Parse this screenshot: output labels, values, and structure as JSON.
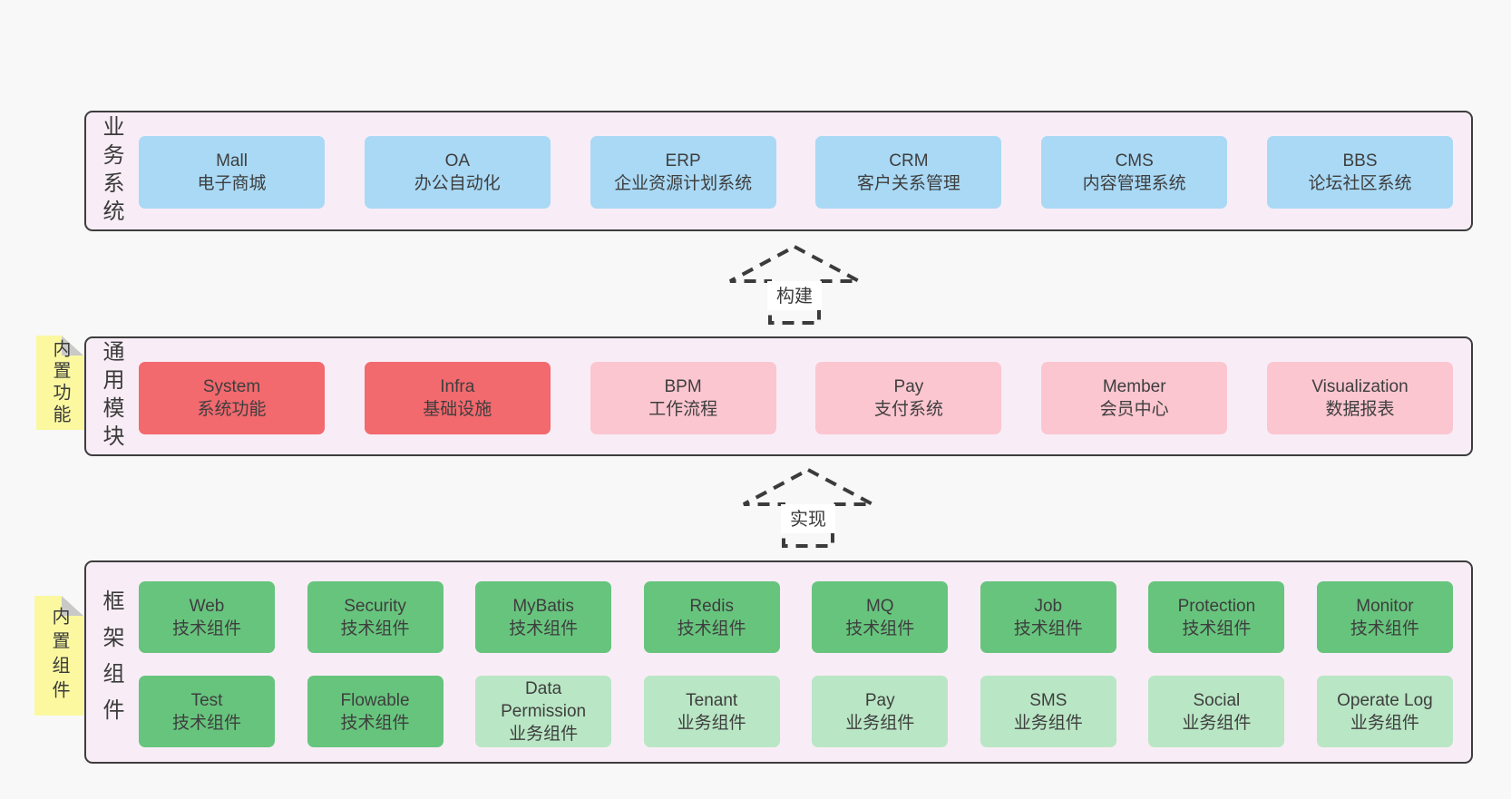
{
  "colors": {
    "page_background": "#f8f8f8",
    "band_background": "#f8edf6",
    "band_border": "#3d3d3d",
    "text": "#3e3e3e",
    "blue_box": "#a9d9f5",
    "red_box": "#f2696e",
    "pink_box": "#fbc6d0",
    "green_box": "#67c47d",
    "light_green_box": "#b9e6c4",
    "sticky_yellow": "#fbf8a0",
    "sticky_fold": "#c9c9c9"
  },
  "arrows": [
    {
      "label": "构建"
    },
    {
      "label": "实现"
    }
  ],
  "stickies": [
    {
      "label": "内置功能"
    },
    {
      "label": "内置组件"
    }
  ],
  "bands": [
    {
      "label": "业务系统",
      "boxes": [
        {
          "en": "Mall",
          "zh": "电子商城"
        },
        {
          "en": "OA",
          "zh": "办公自动化"
        },
        {
          "en": "ERP",
          "zh": "企业资源计划系统"
        },
        {
          "en": "CRM",
          "zh": "客户关系管理"
        },
        {
          "en": "CMS",
          "zh": "内容管理系统"
        },
        {
          "en": "BBS",
          "zh": "论坛社区系统"
        }
      ]
    },
    {
      "label": "通用模块",
      "boxes": [
        {
          "en": "System",
          "zh": "系统功能"
        },
        {
          "en": "Infra",
          "zh": "基础设施"
        },
        {
          "en": "BPM",
          "zh": "工作流程"
        },
        {
          "en": "Pay",
          "zh": "支付系统"
        },
        {
          "en": "Member",
          "zh": "会员中心"
        },
        {
          "en": "Visualization",
          "zh": "数据报表"
        }
      ]
    },
    {
      "label": "框架组件",
      "rows": [
        [
          {
            "en": "Web",
            "zh": "技术组件"
          },
          {
            "en": "Security",
            "zh": "技术组件"
          },
          {
            "en": "MyBatis",
            "zh": "技术组件"
          },
          {
            "en": "Redis",
            "zh": "技术组件"
          },
          {
            "en": "MQ",
            "zh": "技术组件"
          },
          {
            "en": "Job",
            "zh": "技术组件"
          },
          {
            "en": "Protection",
            "zh": "技术组件"
          },
          {
            "en": "Monitor",
            "zh": "技术组件"
          }
        ],
        [
          {
            "en": "Test",
            "zh": "技术组件"
          },
          {
            "en": "Flowable",
            "zh": "技术组件"
          },
          {
            "en": "Data Permission",
            "zh": "业务组件"
          },
          {
            "en": "Tenant",
            "zh": "业务组件"
          },
          {
            "en": "Pay",
            "zh": "业务组件"
          },
          {
            "en": "SMS",
            "zh": "业务组件"
          },
          {
            "en": "Social",
            "zh": "业务组件"
          },
          {
            "en": "Operate Log",
            "zh": "业务组件"
          }
        ]
      ]
    }
  ]
}
